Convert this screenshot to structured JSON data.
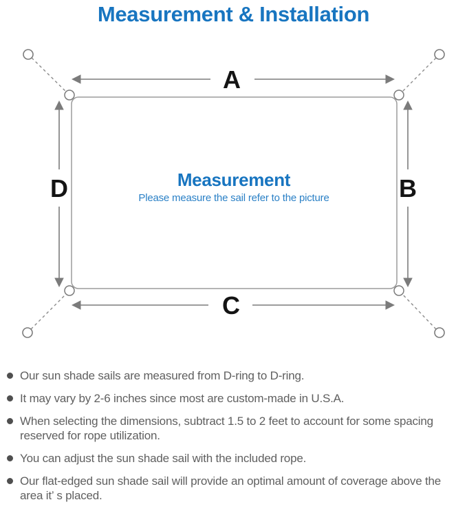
{
  "title": "Measurement & Installation",
  "diagram": {
    "label_a": "A",
    "label_b": "B",
    "label_c": "C",
    "label_d": "D",
    "center_title": "Measurement",
    "center_subtitle": "Please measure the sail refer to the picture"
  },
  "bullets": [
    "Our sun shade sails are measured from D-ring to D-ring.",
    "It may vary by 2-6 inches since most are custom-made in U.S.A.",
    "When selecting the dimensions, subtract 1.5 to 2 feet to account for some spacing reserved for rope utilization.",
    "You can adjust the sun shade sail with the included rope.",
    "Our flat-edged sun shade sail will provide an optimal amount of coverage above the area it’ s placed."
  ],
  "colors": {
    "blue": "#1875C0",
    "blue-sub": "#2A80C6",
    "label": "#141414",
    "line": "#7b7b7b",
    "border": "#9c9c9c",
    "dash": "#8a8a8a",
    "text": "#5f5f5f",
    "dot": "#4f4f4f",
    "bg": "#ffffff"
  }
}
